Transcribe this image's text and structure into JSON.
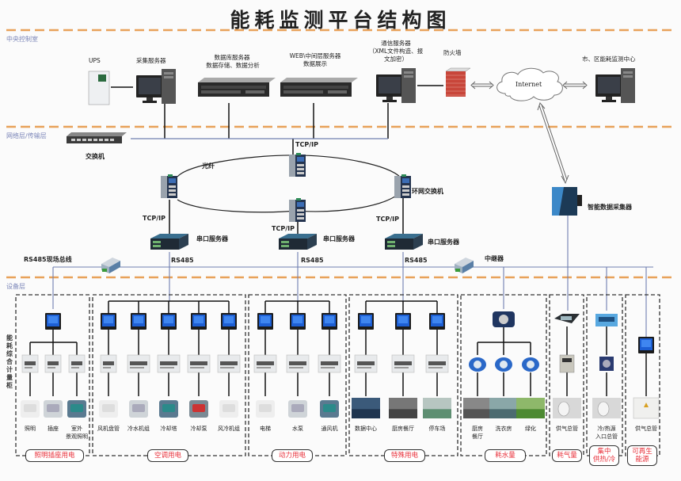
{
  "title": "能耗监测平台结构图",
  "layers": {
    "central": "中央控制室",
    "network": "网络层/传输层",
    "device": "设备层"
  },
  "central_room": {
    "ups": "UPS",
    "collect_server": "采集服务器",
    "db_server_line1": "数据库服务器",
    "db_server_line2": "数据存储、数据分析",
    "web_server_line1": "WEB\\中间层服务器",
    "web_server_line2": "数据展示",
    "comm_server_line1": "通信服务器",
    "comm_server_line2": "（XML文件构造、报",
    "comm_server_line3": "文加密）",
    "firewall": "防火墙",
    "internet": "Internet",
    "city_center": "市、区能耗监测中心"
  },
  "network_layer": {
    "switch": "交换机",
    "fiber": "光纤",
    "ring_switch": "环网交换机",
    "tcpip": "TCP/IP",
    "serial_server": "串口服务器",
    "rs485": "RS485",
    "rs485_bus": "RS485现场总线",
    "repeater": "中继器",
    "smart_collector": "智能数据采集器"
  },
  "device_layer": {
    "cabinet_label": "能耗综合计量柜",
    "groups": [
      {
        "category": "照明插座用电",
        "items": [
          "照明",
          "插座",
          "室外\n景观照明"
        ]
      },
      {
        "category": "空调用电",
        "items": [
          "风机盘管",
          "冷水机组",
          "冷却塔",
          "冷却泵",
          "风冷机组"
        ]
      },
      {
        "category": "动力用电",
        "items": [
          "电梯",
          "水泵",
          "通风机"
        ]
      },
      {
        "category": "特殊用电",
        "items": [
          "数据中心",
          "厨房餐厅",
          "停车场"
        ]
      },
      {
        "category": "耗水量",
        "items": [
          "厨房\n餐厅",
          "洗衣房",
          "绿化"
        ]
      },
      {
        "category": "耗气量",
        "items": [
          "供气总管"
        ]
      },
      {
        "category": "集中\n供热/冷",
        "items": [
          "冷/热源\n入口总管"
        ]
      },
      {
        "category": "可再生\n能源",
        "items": [
          "供气总管"
        ]
      }
    ]
  },
  "colors": {
    "layer_divider": "#e8a25a",
    "bus_line": "#6f7fb0",
    "category_text": "#e8303a",
    "meter_screen": "#1d5fd4"
  }
}
